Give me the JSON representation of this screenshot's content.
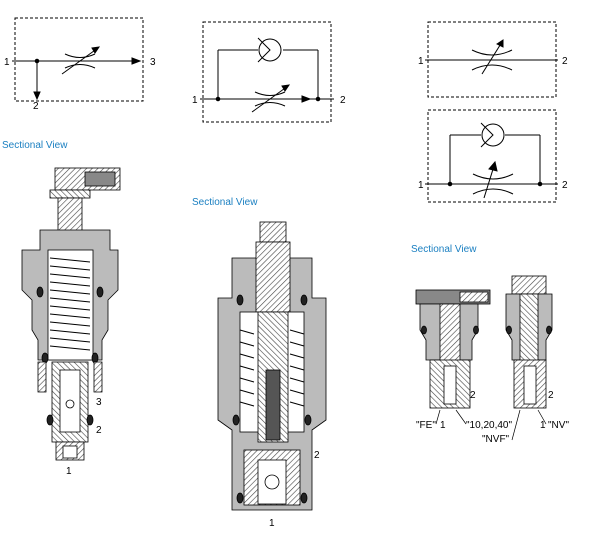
{
  "colors": {
    "accent": "#1a7fc1",
    "hatch": "#444444",
    "body_fill": "#b9b9b9",
    "seal": "#222222"
  },
  "schematics": {
    "a": {
      "port_in": "1",
      "port_out": "3",
      "port_drain": "2"
    },
    "b": {
      "port_in": "1",
      "port_out": "2"
    },
    "c": {
      "port_in": "1",
      "port_out": "2"
    },
    "d": {
      "port_in": "1",
      "port_out": "2"
    }
  },
  "sections": {
    "left": {
      "title": "Sectional View",
      "port_1": "1",
      "port_2": "2",
      "port_3": "3"
    },
    "middle": {
      "title": "Sectional View",
      "port_1": "1",
      "port_2": "2"
    },
    "right": {
      "title": "Sectional View",
      "variants": {
        "fe": "\"FE\"",
        "nvf": "\"NVF\"",
        "nv": "\"NV\"",
        "sizes": "\"10,20,40\""
      },
      "a_port_1": "1",
      "a_port_2": "2",
      "b_port_1": "1",
      "b_port_2": "2"
    }
  }
}
